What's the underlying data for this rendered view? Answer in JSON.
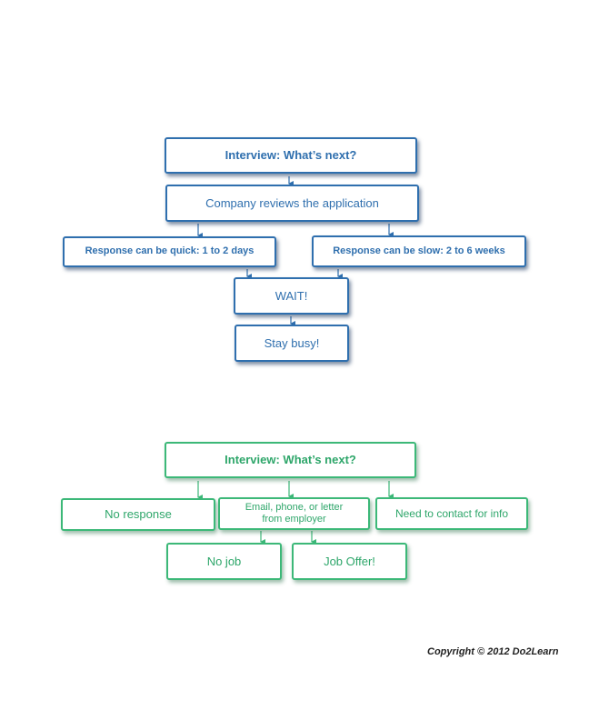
{
  "flowchart_top": {
    "title": "Interview: What’s next?",
    "review": "Company reviews the application",
    "quick": "Response can be quick: 1 to 2 days",
    "slow": "Response can be slow: 2 to 6 weeks",
    "wait": "WAIT!",
    "busy": "Stay busy!"
  },
  "flowchart_bottom": {
    "title": "Interview: What’s next?",
    "no_response": "No response",
    "contact_line1": "Email, phone, or letter",
    "contact_line2": "from employer",
    "need_info": "Need to contact for info",
    "no_job": "No job",
    "job_offer": "Job Offer!"
  },
  "copyright": "Copyright © 2012 Do2Learn",
  "colors": {
    "top_accent": "#2f6fae",
    "bottom_accent": "#3cb878"
  }
}
